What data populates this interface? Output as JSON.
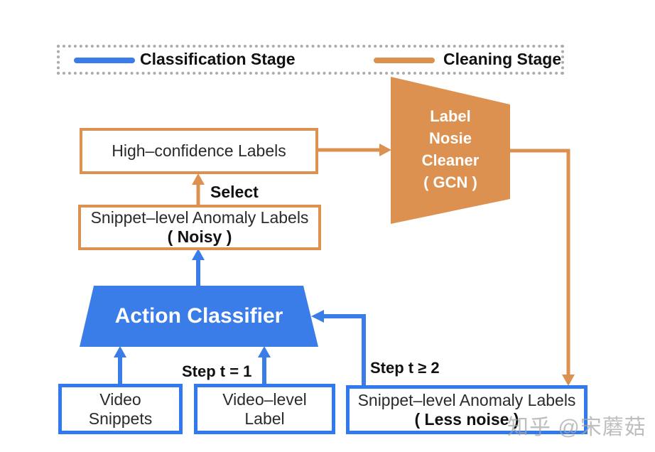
{
  "colors": {
    "classification_blue": "#3A7DE9",
    "cleaning_orange": "#DC9150",
    "legend_border_gray": "#ABABAB",
    "box_border_blue": "#3079EE",
    "text_dark": "#111111",
    "watermark_gray": "#A5A5A5"
  },
  "legend": {
    "items": [
      {
        "label": "Classification Stage",
        "color": "#3A7DE9"
      },
      {
        "label": "Cleaning Stage",
        "color": "#DC9150"
      }
    ]
  },
  "nodes": {
    "high_confidence": {
      "label": "High–confidence Labels"
    },
    "noisy": {
      "line1": "Snippet–level Anomaly Labels",
      "line2": "( Noisy )"
    },
    "cleaner": {
      "line1": "Label",
      "line2": "Nosie",
      "line3": "Cleaner",
      "line4": "( GCN )"
    },
    "classifier": {
      "label": "Action Classifier"
    },
    "video_snippets": {
      "line1": "Video",
      "line2": "Snippets"
    },
    "video_level": {
      "line1": "Video–level",
      "line2": "Label"
    },
    "less_noise": {
      "line1": "Snippet–level Anomaly Labels",
      "line2": "( Less noise )"
    }
  },
  "labels": {
    "select": "Select",
    "step1": "Step t = 1",
    "step2": "Step t ≥ 2"
  },
  "watermark": {
    "text": "知乎 @宋蘑菇"
  }
}
